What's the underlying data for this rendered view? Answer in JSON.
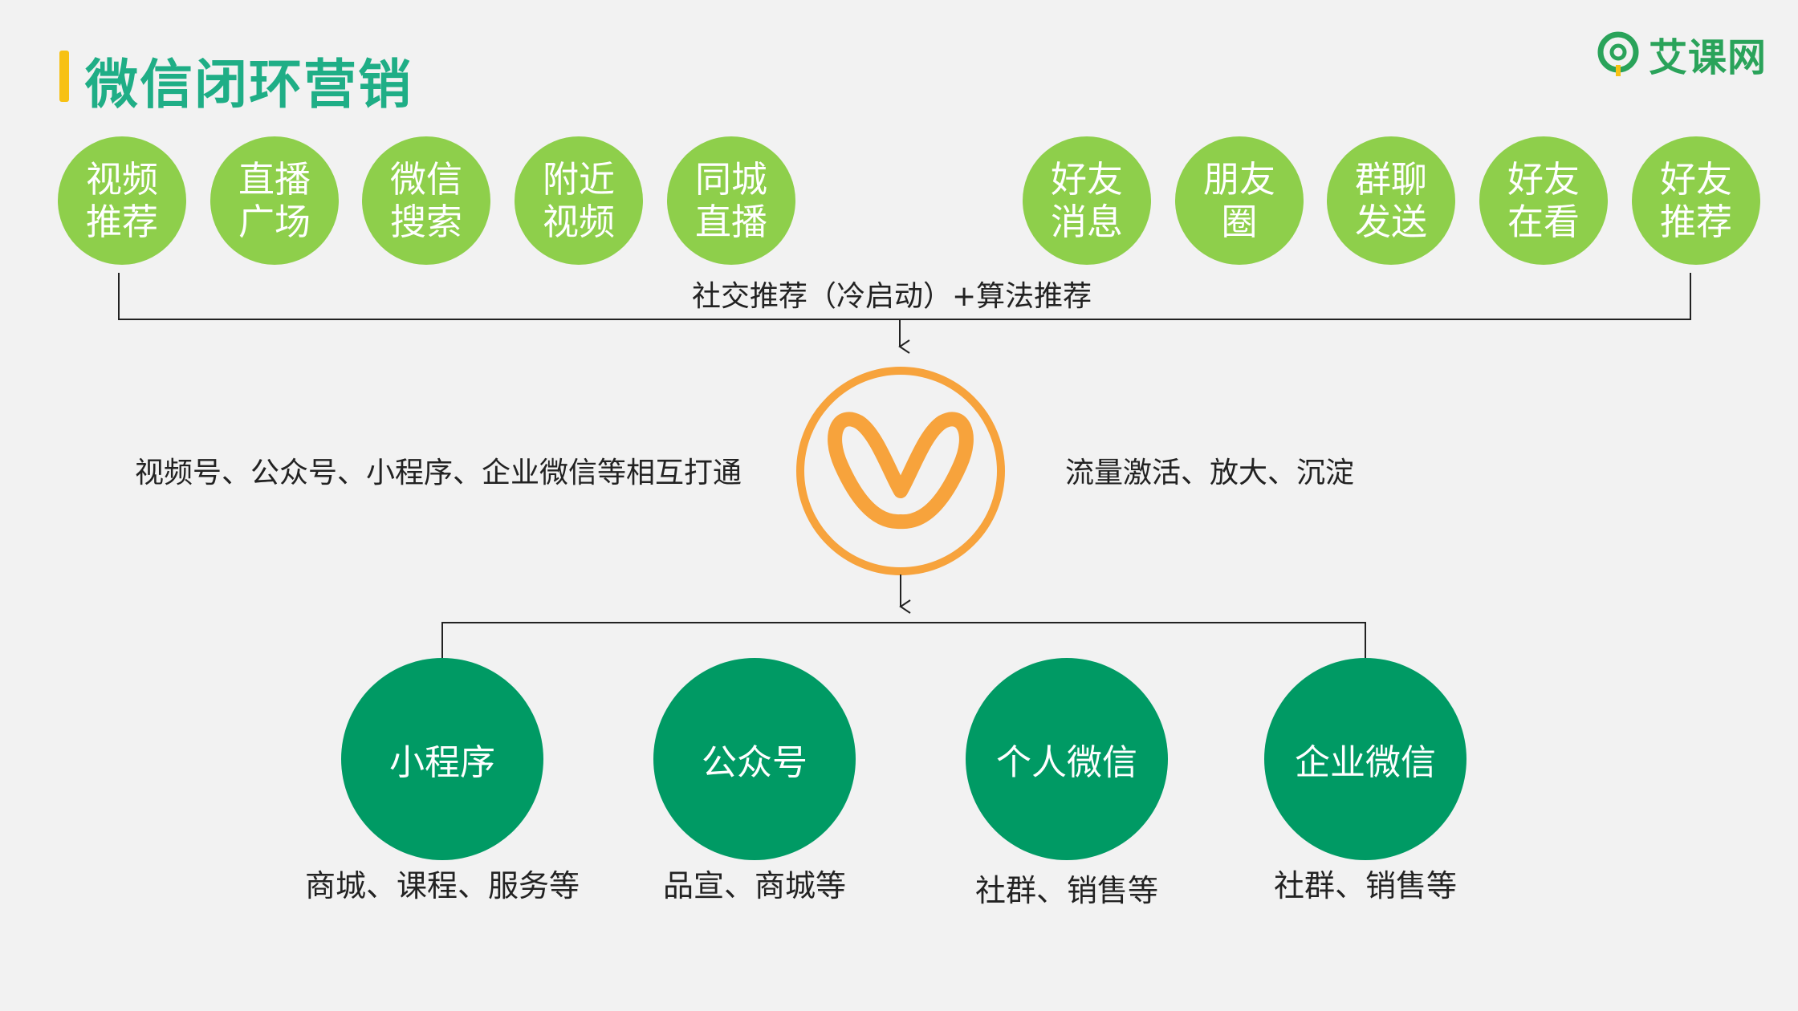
{
  "title": "微信闭环营销",
  "logo": {
    "text": "艾课网"
  },
  "top_nodes": [
    {
      "label": "视频推荐"
    },
    {
      "label": "直播广场"
    },
    {
      "label": "微信搜索"
    },
    {
      "label": "附近视频"
    },
    {
      "label": "同城直播"
    },
    {
      "label": "好友消息"
    },
    {
      "label": "朋友圈"
    },
    {
      "label": "群聊发送"
    },
    {
      "label": "好友在看"
    },
    {
      "label": "好友推荐"
    }
  ],
  "recommend_label": "社交推荐（冷启动）+算法推荐",
  "left_caption": "视频号、公众号、小程序、企业微信等相互打通",
  "right_caption": "流量激活、放大、沉淀",
  "center_icon": "wechat-channels-icon",
  "bottom_nodes": [
    {
      "label": "小程序",
      "caption": "商城、课程、服务等"
    },
    {
      "label": "公众号",
      "caption": "品宣、商城等"
    },
    {
      "label": "个人微信",
      "caption": "社群、销售等"
    },
    {
      "label": "企业微信",
      "caption": "社群、销售等"
    }
  ],
  "colors": {
    "title": "#1fae86",
    "title_bar": "#f7c114",
    "top_circle": "#8ecf4b",
    "bottom_circle": "#009a64",
    "center_icon": "#f7a33c"
  }
}
